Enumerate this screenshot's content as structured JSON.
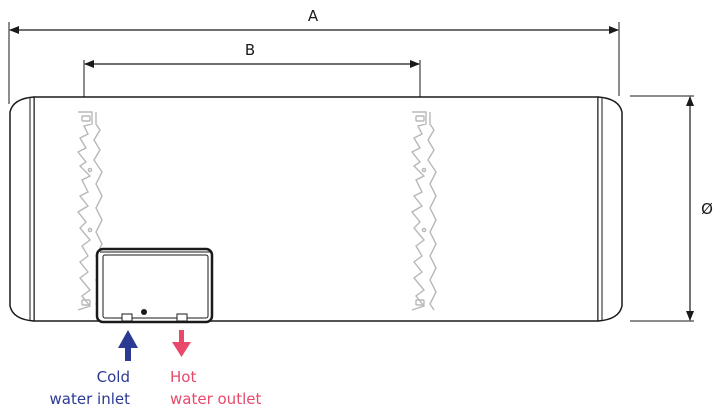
{
  "dimensions": {
    "overall_length_label": "A",
    "bracket_spacing_label": "B",
    "diameter_label": "Ø"
  },
  "connections": {
    "cold": {
      "line1": "Cold",
      "line2": "water inlet",
      "color": "#2b3a93"
    },
    "hot": {
      "line1": "Hot",
      "line2": "water outlet",
      "color": "#e8496a"
    }
  },
  "colors": {
    "outline": "#1a1a1a",
    "bracket": "#b8b8b8"
  }
}
